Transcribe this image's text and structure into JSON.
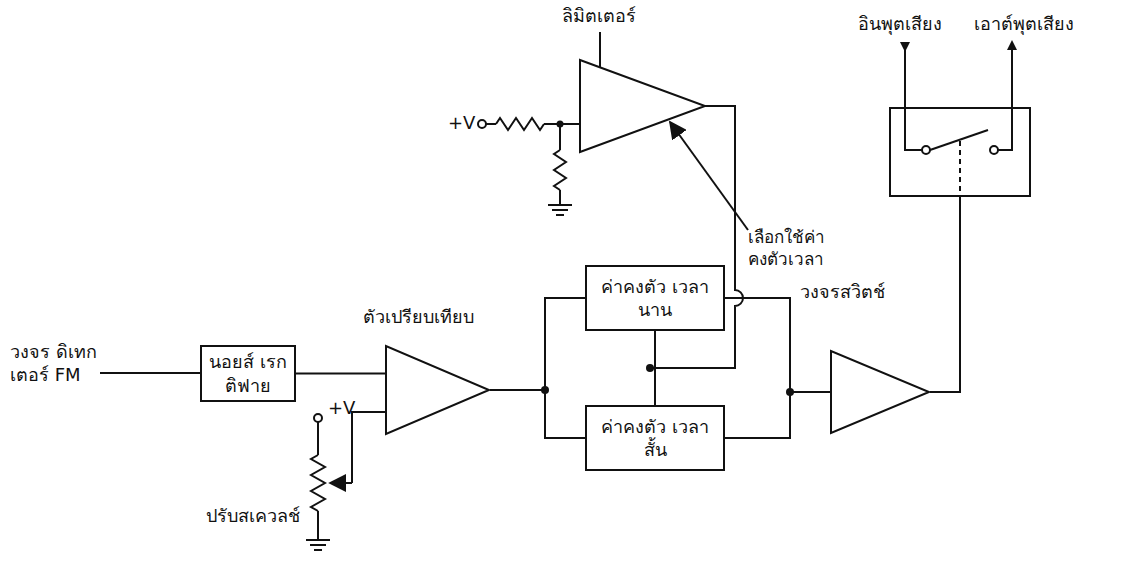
{
  "diagram": {
    "nodes": [
      {
        "text": [
          "นอยส์ เรกติฟาย"
        ]
      },
      {
        "text": [
          "ตัวเปรียบเทียบ"
        ]
      },
      {
        "text": [
          "ค่าคงตัว เวลานาน"
        ]
      },
      {
        "text": [
          "ค่าคงตัว เวลาสั้น"
        ]
      },
      {
        "text": [
          "วงจรสวิตช์"
        ]
      }
    ],
    "edges": [
      {
        "from": 0,
        "to": 1,
        "arrow": "none"
      },
      {
        "from": 1,
        "to": 2,
        "arrow": "none"
      },
      {
        "from": 1,
        "to": 3,
        "arrow": "none"
      },
      {
        "from": 2,
        "to": 3,
        "arrow": "none"
      },
      {
        "from": 2,
        "to": 4,
        "arrow": "none"
      },
      {
        "from": 3,
        "to": 4,
        "arrow": "none"
      }
    ],
    "labels": [
      "ลิมิตเตอร์",
      "+V",
      "เลือกใช้ค่า คงตัวเวลา",
      "อินพุตเสียง",
      "เอาต์พุตเสียง",
      "วงจร ดิเทกเตอร์ FM",
      "+V",
      "ปรับสเควลช์"
    ]
  }
}
